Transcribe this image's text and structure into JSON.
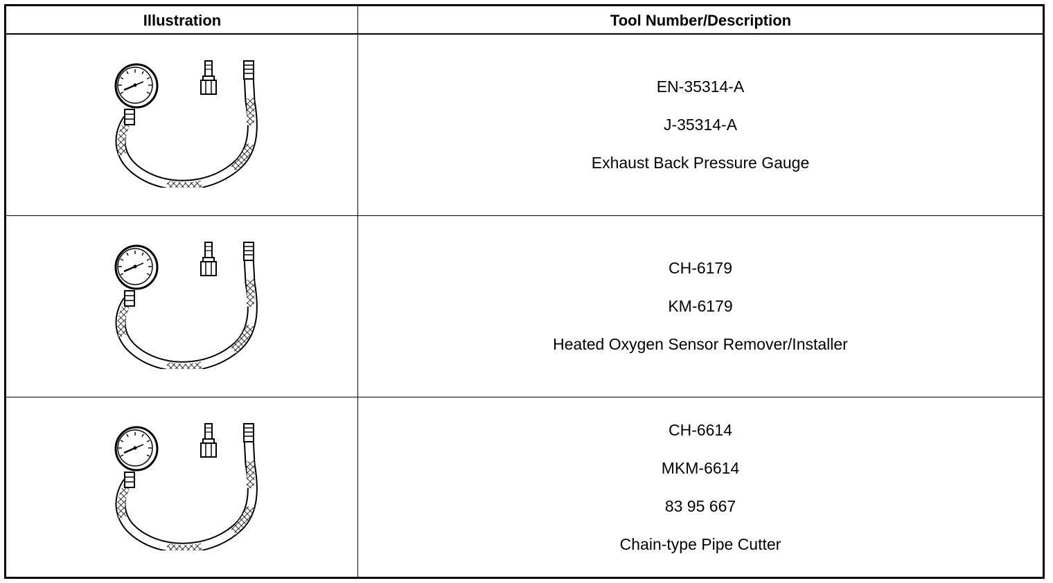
{
  "table": {
    "headers": {
      "illustration": "Illustration",
      "description": "Tool Number/Description"
    },
    "rows": [
      {
        "illustration_icon": "pressure-gauge-with-hose-icon",
        "lines": [
          "EN-35314-A",
          "J-35314-A",
          "Exhaust Back Pressure Gauge"
        ]
      },
      {
        "illustration_icon": "pressure-gauge-with-hose-icon",
        "lines": [
          "CH-6179",
          "KM-6179",
          "Heated Oxygen Sensor Remover/Installer"
        ]
      },
      {
        "illustration_icon": "pressure-gauge-with-hose-icon",
        "lines": [
          "CH-6614",
          "MKM-6614",
          "83 95 667",
          "Chain-type Pipe Cutter"
        ]
      }
    ]
  }
}
